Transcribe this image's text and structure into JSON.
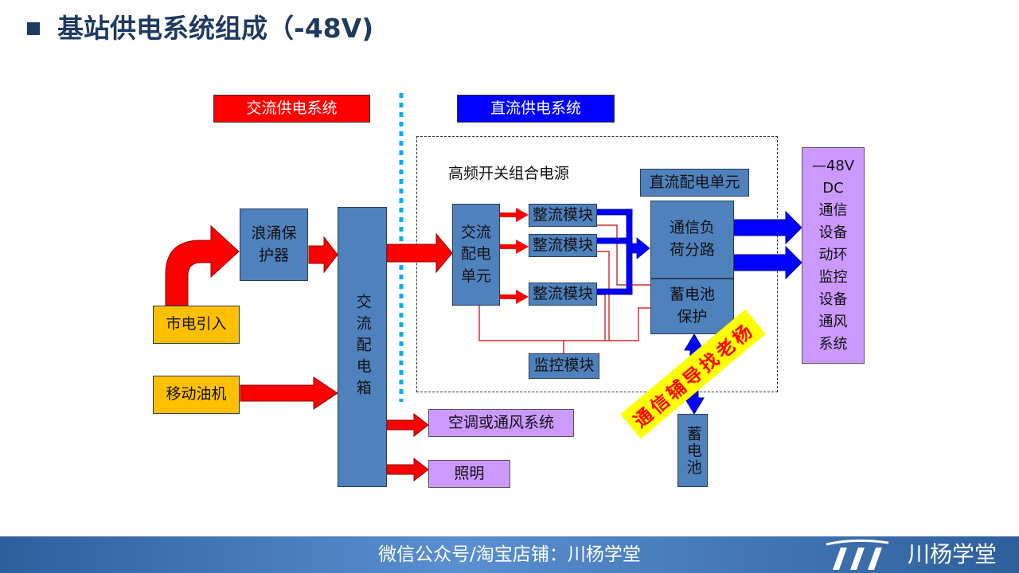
{
  "title": "基站供电系统组成（-48V)",
  "headers": {
    "ac": "交流供电系统",
    "dc": "直流供电系统"
  },
  "boxes": {
    "mains": "市电引入",
    "generator": "移动油机",
    "surge": "浪涌保护器",
    "ac_dist_box": "交流配电箱",
    "hf_label": "高频开关组合电源",
    "ac_dist_unit": "交流配电单元",
    "rectifier1": "整流模块",
    "rectifier2": "整流模块",
    "rectifier3": "整流模块",
    "monitor": "监控模块",
    "dc_dist_unit": "直流配电单元",
    "load_branch": "通信负荷分路",
    "battery_protect": "蓄电池保护",
    "battery": "蓄电池",
    "aircon": "空调或通风系统",
    "lighting": "照明",
    "output_lines": [
      "—48V",
      "DC",
      "通信",
      "设备",
      "动环",
      "监控",
      "设备",
      "通风",
      "系统"
    ]
  },
  "stamp": "通信辅导找老杨",
  "footer": {
    "text": "微信公众号/淘宝店铺：川杨学堂",
    "brand": "川杨学堂"
  },
  "colors": {
    "title": "#1f3a5f",
    "box_blue": "#4f81bd",
    "ac_arrow": "#ff0000",
    "dc_arrow": "#0000ff",
    "yellow": "#ffc000",
    "purple": "#cc99ff"
  }
}
